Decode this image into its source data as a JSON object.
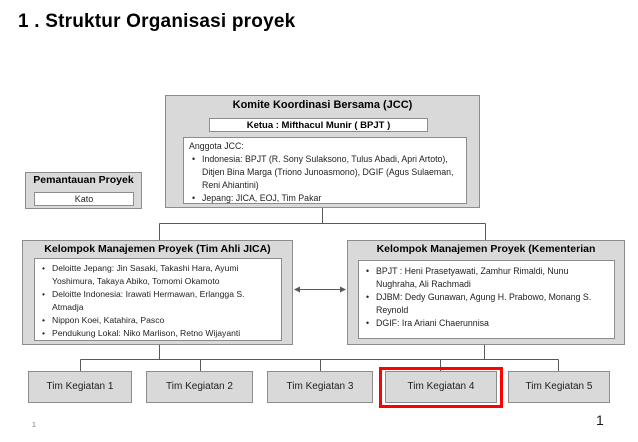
{
  "page": {
    "title": "1 . Struktur Organisasi proyek",
    "page_number_left": "1",
    "page_number_right": "1"
  },
  "colors": {
    "box_fill": "#d9d9d9",
    "box_border": "#8c8c8c",
    "connector_line": "#595959",
    "highlight_red": "#ff0000"
  },
  "jcc": {
    "title": "Komite Koordinasi Bersama (JCC)",
    "ketua": "Ketua : Mifthacul Munir ( BPJT )",
    "anggota_heading": "Anggota JCC:",
    "anggota_items": [
      "Indonesia: BPJT (R. Sony Sulaksono, Tulus Abadi, Apri Artoto), Ditjen Bina Marga (Triono Junoasmono), DGIF (Agus Sulaeman, Reni Ahiantini)",
      "Jepang: JICA, EOJ, Tim Pakar"
    ]
  },
  "pemantauan": {
    "title": "Pemantauan Proyek",
    "member": "Kato"
  },
  "jica_team": {
    "title": "Kelompok Manajemen Proyek (Tim Ahli JICA)",
    "items": [
      "Deloitte Jepang: Jin Sasaki, Takashi Hara, Ayumi Yoshimura, Takaya Abiko, Tomomi Okamoto",
      "Deloitte Indonesia: Irawati Hermawan, Erlangga S. Atmadja",
      "Nippon Koei, Katahira, Pasco",
      "Pendukung Lokal: Niko Marlison, Retno Wijayanti"
    ]
  },
  "kementerian_team": {
    "title": "Kelompok Manajemen Proyek (Kementerian",
    "items": [
      "BPJT : Heni Prasetyawati, Zamhur Rimaldi, Nunu Nughraha, Ali Rachmadi",
      "DJBM: Dedy Gunawan, Agung H. Prabowo, Monang S. Reynold",
      "DGIF: Ira Ariani Chaerunnisa"
    ]
  },
  "tim_kegiatan": [
    {
      "label": "Tim Kegiatan 1",
      "highlighted": false
    },
    {
      "label": "Tim Kegiatan 2",
      "highlighted": false
    },
    {
      "label": "Tim Kegiatan 3",
      "highlighted": false
    },
    {
      "label": "Tim Kegiatan 4",
      "highlighted": true
    },
    {
      "label": "Tim Kegiatan 5",
      "highlighted": false
    }
  ]
}
